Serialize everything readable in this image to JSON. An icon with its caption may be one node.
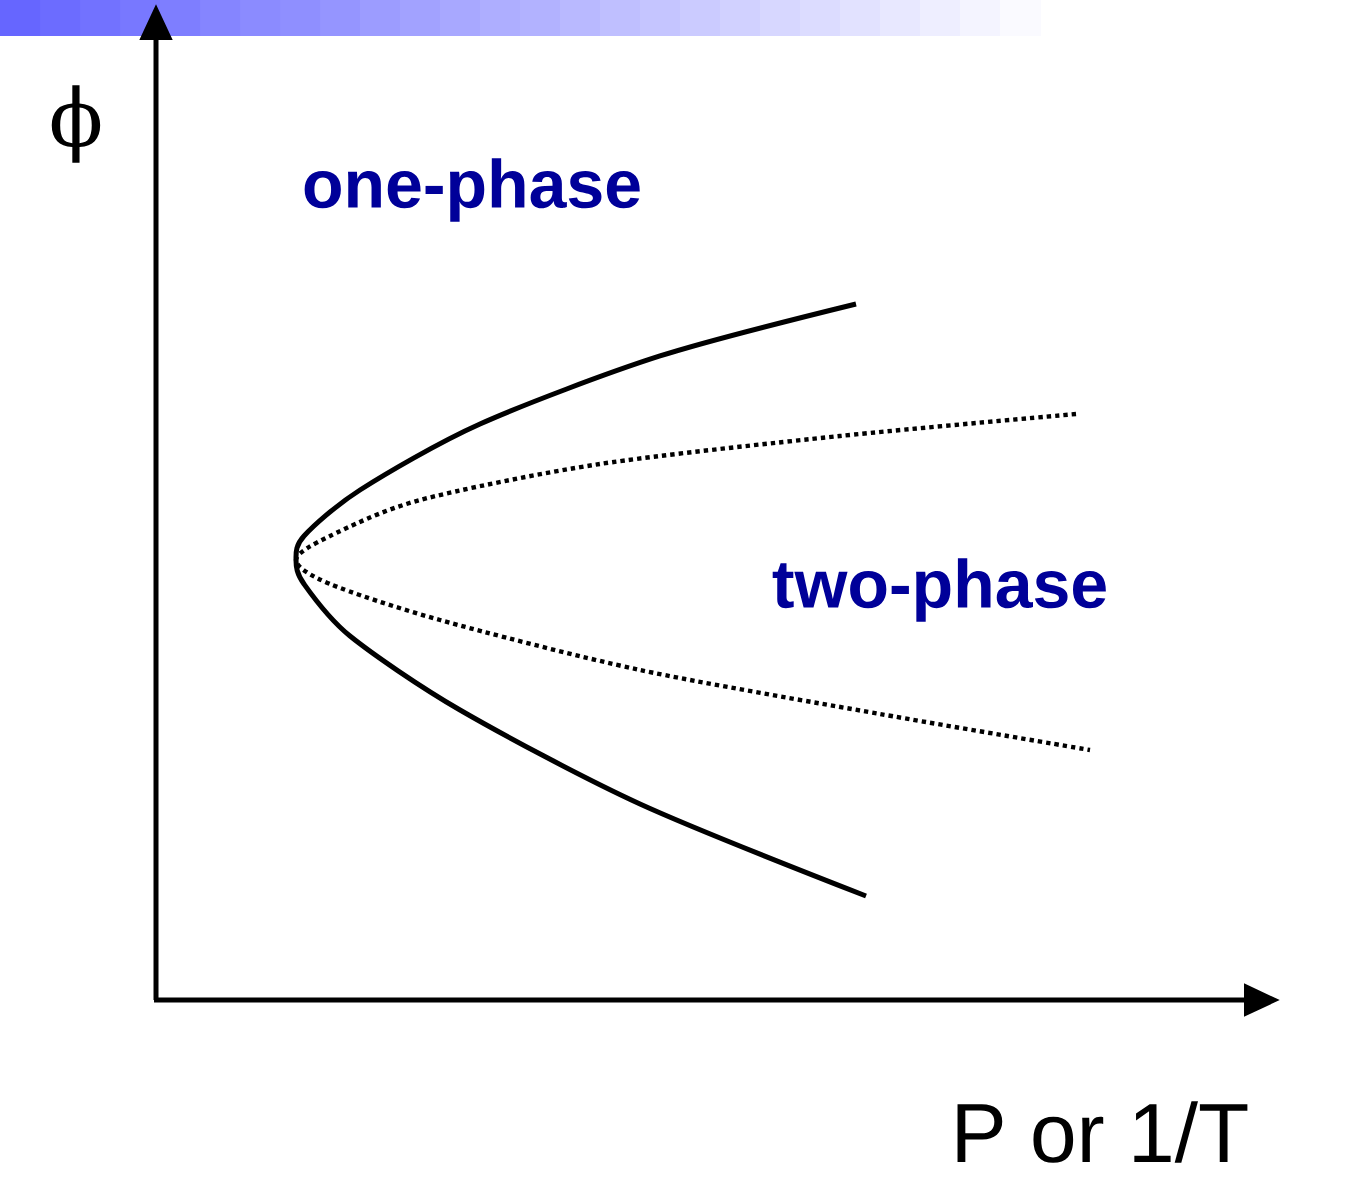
{
  "diagram": {
    "labels": [
      "ϕ",
      "one-phase",
      "two-phase",
      "P or 1/T"
    ]
  }
}
